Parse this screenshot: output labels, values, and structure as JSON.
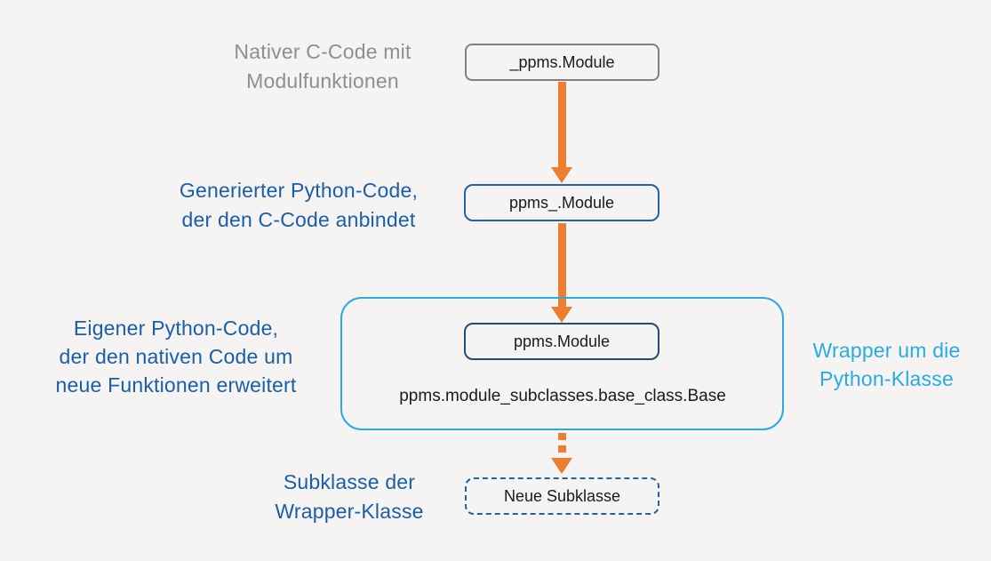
{
  "colors": {
    "background": "#f5f4f2",
    "orange": "#ED7D31",
    "gray_border": "#808080",
    "gray_text": "#8f8f8f",
    "blue_text": "#1B5EA8",
    "blue_border": "#2163A4",
    "navy_border": "#1F4E79",
    "cyan": "#29ABE2",
    "box_text": "#1a1a1a"
  },
  "boxes": {
    "native": {
      "label": "_ppms.Module"
    },
    "generated": {
      "label": "ppms_.Module"
    },
    "wrapper": {
      "label": "ppms.Module"
    },
    "base_class": {
      "label": "ppms.module_subclasses.base_class.Base"
    },
    "subclass": {
      "label": "Neue Subklasse"
    }
  },
  "labels": {
    "native": {
      "line1": "Nativer C-Code mit",
      "line2": "Modulfunktionen"
    },
    "generated": {
      "line1": "Generierter Python-Code,",
      "line2": "der den C-Code anbindet"
    },
    "own_code": {
      "line1": "Eigener Python-Code,",
      "line2": "der den nativen Code um",
      "line3": "neue Funktionen erweitert"
    },
    "wrapper": {
      "line1": "Wrapper um die",
      "line2": "Python-Klasse"
    },
    "subclass": {
      "line1": "Subklasse der",
      "line2": "Wrapper-Klasse"
    }
  }
}
